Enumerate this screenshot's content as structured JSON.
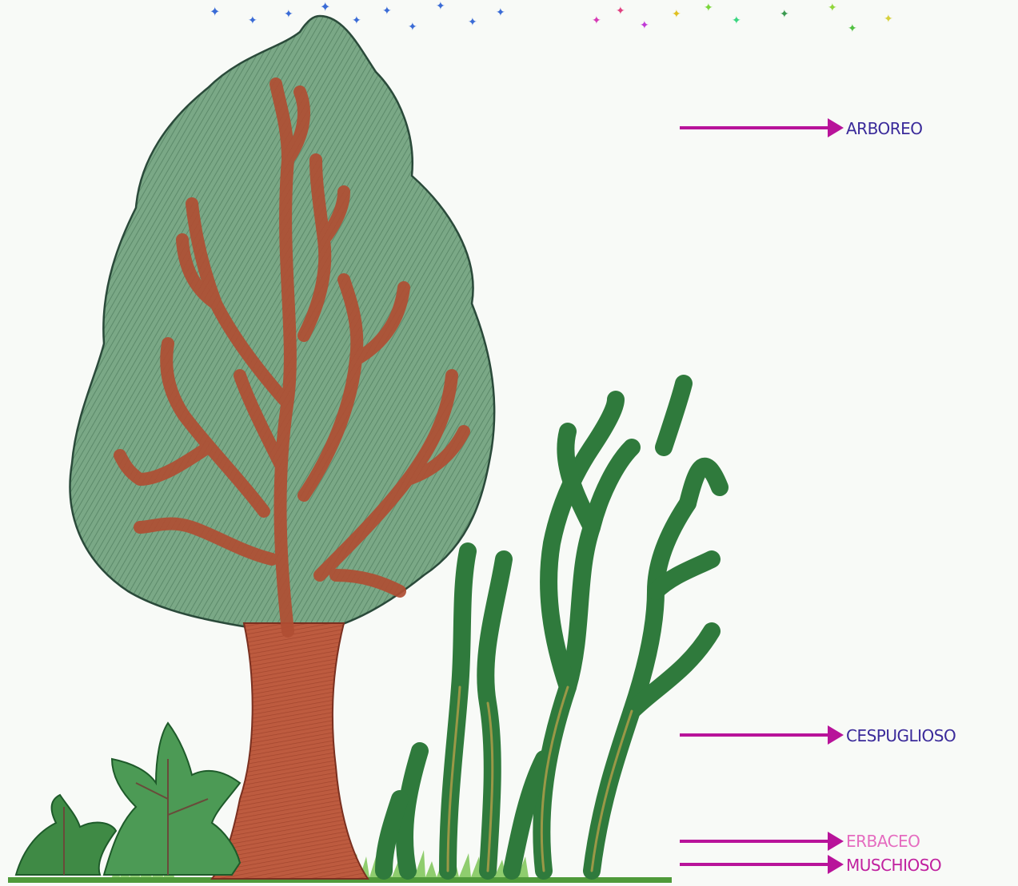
{
  "colors": {
    "paper": "#f8faf7",
    "arrow": "#b8139a",
    "label_main": "#3a2a9a",
    "label_erbaceo": "#e56cc0",
    "label_muschioso": "#c0209f",
    "canopy": "#6e9c7c",
    "trunk": "#b8553a",
    "bush": "#2f7a3c",
    "grass": "#6cbf4a"
  },
  "labels": {
    "arboreo": "ARBOREO",
    "cespuglioso": "CESPUGLIOSO",
    "erbaceo": "ERBACEO",
    "muschioso": "MUSCHIOSO"
  },
  "icons": {
    "tree": "tree-icon",
    "shrub": "shrub-icon",
    "plant": "leafy-plant-icon",
    "arrow": "arrow-right-icon"
  }
}
